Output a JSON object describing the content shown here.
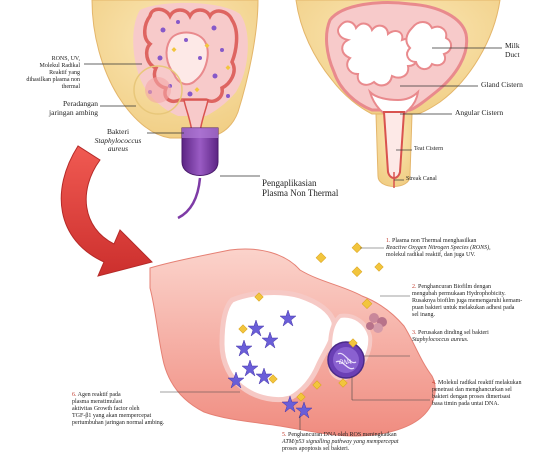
{
  "upper_left": {
    "rons_note": [
      "RONS, UV,",
      "Molekul Radikal",
      "Reaktif yang",
      "dihasilkan plasma non",
      "thermal"
    ],
    "inflammation": [
      "Peradangan",
      "jaringan ambing"
    ],
    "bacteria": "Bakteri",
    "bacteria_species": [
      "Staphylococcus",
      "aureus"
    ],
    "plasma_application": [
      "Pengaplikasian",
      "Plasma Non Thermal"
    ]
  },
  "upper_right": {
    "milk_duct": [
      "Milk",
      "Duct"
    ],
    "gland_cistern": "Gland Cistern",
    "angular_cistern": "Angular Cistern",
    "teat_cistern": "Teat Cistern",
    "streak_canal": "Streak  Canal"
  },
  "cell_label": "DNA",
  "steps": [
    {
      "num": "1.",
      "lines": [
        "Plasma non Thermal menghasilkan",
        "Reactive Oxygen Nitrogen Species (RONS),",
        "molekul radikal reaktif, dan juga UV."
      ]
    },
    {
      "num": "2.",
      "lines": [
        "Penghancuran Biofilm dengan",
        "mengubah permukaan Hydrophobicity.",
        "Rusaknya biofilm juga memengaruhi kemam-",
        "puan bakteri untuk melakukan adhesi pada",
        "sel inang."
      ]
    },
    {
      "num": "3.",
      "lines": [
        "Perusakan dinding sel bakteri",
        "Staphylococcus aureus."
      ]
    },
    {
      "num": "4.",
      "lines": [
        "Molekul radikal reaktif melakukan",
        "penetrasi dan menghancurkan sel",
        "bakteri dengan proses dimerisasi",
        "basa timin pada untai DNA."
      ]
    },
    {
      "num": "5.",
      "lines": [
        "Penghancuran DNA oleh ROS meningkatkan",
        "ATM/p53 signalling pathway yang  mempercepat",
        "proses apoptosis sel bakteri."
      ]
    },
    {
      "num": "6.",
      "lines": [
        "Agen reaktif pada",
        "plasma   menstimulasi",
        "aktivitas Growth factor oleh",
        "TGF-β1 yang akan mempercepat",
        "pertumbuhan jaringan normal ambing."
      ]
    }
  ],
  "colors": {
    "skin": "#f6dc9c",
    "gland": "#e98a8d",
    "gland_light": "#f7caca",
    "tissue": "#f29a8e",
    "arrow": "#e0403e",
    "applicator": "#7e3ba6",
    "bacteria": "#6a5ed8",
    "rons_diamond": "#f2c53d"
  }
}
